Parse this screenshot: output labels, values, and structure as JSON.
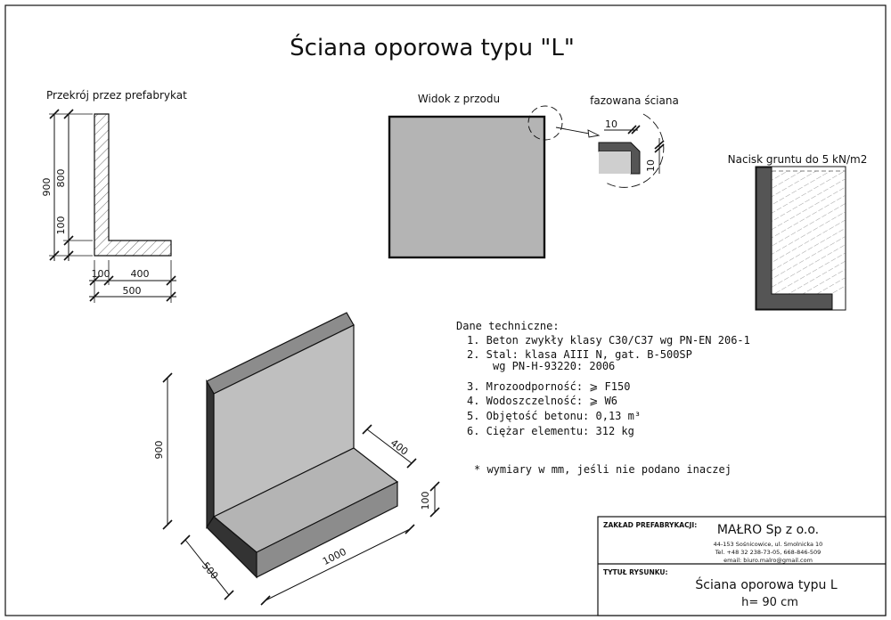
{
  "title": "Ściana oporowa typu  \"L\"",
  "section": {
    "label": "Przekrój przez prefabrykat",
    "dims": {
      "h_total": "900",
      "h_wall": "800",
      "h_base": "100",
      "w_wall": "100",
      "w_rest": "400",
      "w_total": "500"
    }
  },
  "front_view": {
    "label": "Widok z przodu"
  },
  "chamfer": {
    "label": "fazowana ściana",
    "dim_a": "10",
    "dim_b": "10"
  },
  "soil": {
    "label": "Nacisk gruntu do 5 kN/m2"
  },
  "iso": {
    "dims": {
      "height": "900",
      "depth": "400",
      "base": "100",
      "width": "500",
      "length": "1000"
    }
  },
  "tech": {
    "heading": "Dane techniczne:",
    "items": [
      "1. Beton zwykły klasy C30/C37 wg PN-EN 206-1",
      "2.  Stal:  klasa AIII N, gat. B-500SP",
      "wg PN-H-93220: 2006",
      "3. Mrozoodporność: ⩾ F150",
      "4. Wodoszczelność: ⩾ W6",
      "5. Objętość betonu:   0,13 m³",
      "6. Ciężar elementu:    312 kg"
    ],
    "note": "* wymiary w mm, jeśli nie podano inaczej"
  },
  "title_block": {
    "company_label": "ZAKŁAD PREFABRYKACJI:",
    "company_name": "MAŁRO Sp z o.o.",
    "address1": "44-153 Sośnicowice, ul. Smolnicka 10",
    "address2": "Tel. +48 32 238-73-05, 668-846-509",
    "email": "email: biuro.malro@gmail.com",
    "drawing_label": "TYTUŁ RYSUNKU:",
    "drawing_title": "Ściana oporowa typu   L",
    "drawing_sub": "h= 90 cm"
  },
  "colors": {
    "concrete": "#b4b4b4",
    "dark": "#333333",
    "mid": "#8c8c8c",
    "light": "#bfbfbf"
  }
}
